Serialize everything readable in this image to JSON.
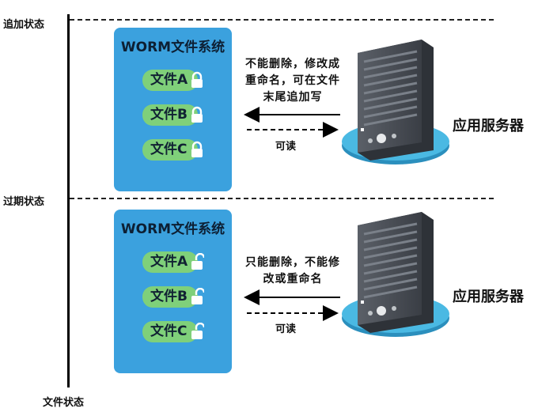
{
  "axis": {
    "append_state": "追加状态",
    "expired_state": "过期状态",
    "file_state": "文件状态"
  },
  "panels": [
    {
      "fs_title": "WORM文件系统",
      "files": [
        "文件A",
        "文件B",
        "文件C"
      ],
      "lock_state": "locked",
      "permission_lines": [
        "不能删除，修改成",
        "重命名，可在文件",
        "末尾追加写"
      ],
      "read_label": "可读",
      "server_label": "应用服务器"
    },
    {
      "fs_title": "WORM文件系统",
      "files": [
        "文件A",
        "文件B",
        "文件C"
      ],
      "lock_state": "unlocked",
      "permission_lines": [
        "只能删除，不能修",
        "改或重命名"
      ],
      "read_label": "可读",
      "server_label": "应用服务器"
    }
  ],
  "colors": {
    "worm_box": "#3ba1de",
    "file_pill": "#7fd07a",
    "server_base": "#3aaed8",
    "server_body": "#4a4f57"
  }
}
